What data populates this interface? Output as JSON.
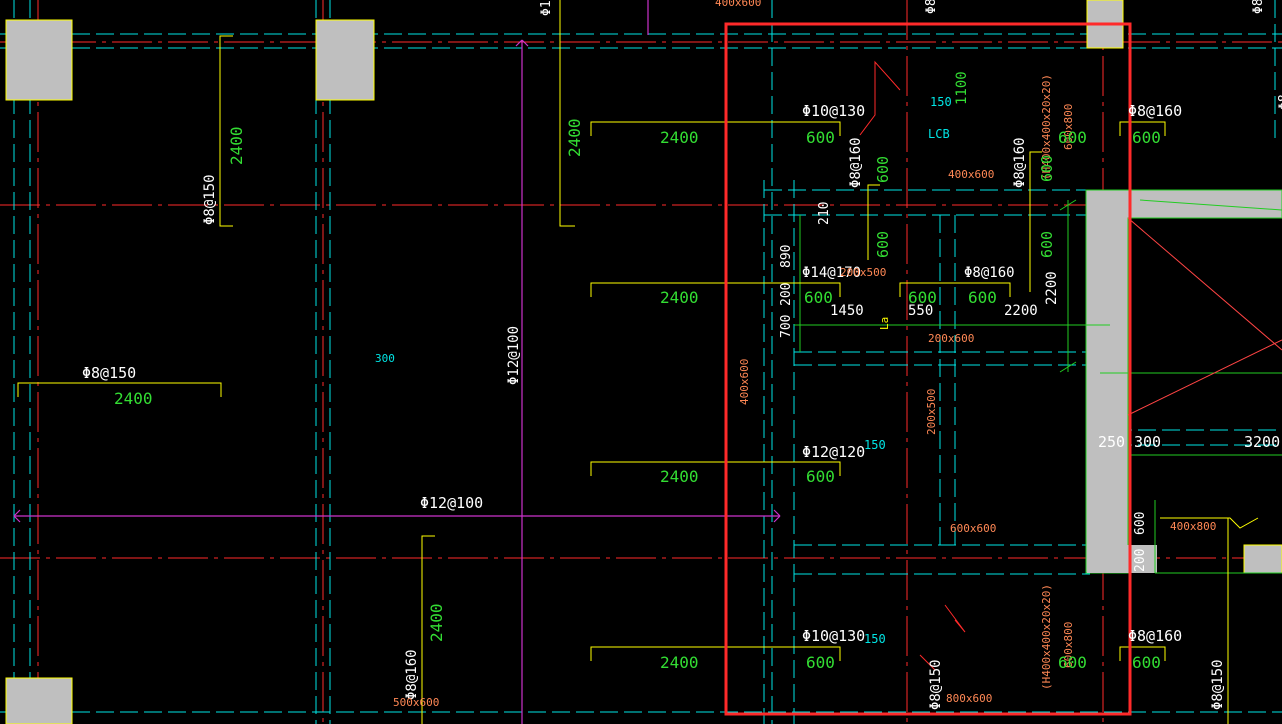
{
  "colors": {
    "background": "#000000",
    "axis": "#ff2a2a",
    "beam_edge": "#00e5e5",
    "rebar_bracket": "#ffff00",
    "rebar_text": "#ffffff",
    "length_text": "#33dd33",
    "dim_text": "#ff8855",
    "support_bar": "#cc33cc",
    "column_fill": "#bfbfbf",
    "highlight": "#ff2a2a"
  },
  "labels": {
    "top_a": "400x600",
    "top_b": "Φ8",
    "top_c": "Φ8",
    "top_d": "Φ1",
    "top_e": "Φ8",
    "left_top_bar": "Φ8@150",
    "left_top_len": "2400",
    "top_mid_len": "2400",
    "slab_a_bar": "Φ10@130",
    "slab_a_len1": "2400",
    "slab_a_len2": "600",
    "dim_150_a": "150",
    "dim_1100": "1100",
    "lcb": "LCB",
    "beam_vert_a": "(H400x400x20x20)",
    "beam_vert_a2": "600x800",
    "right_bar_top": "Φ8@160",
    "right_len_top": "600",
    "right_len_top2": "600",
    "vert_bar_b": "Φ8@160",
    "vert_len_b": "600",
    "vert_len_b2": "600",
    "beam_400x600": "400x600",
    "vert_bar_c": "Φ8@160",
    "vert_len_c": "600",
    "vert_len_c2": "600",
    "dim_210": "210",
    "dim_890": "890",
    "bar_14": "Φ14@170",
    "beam_200x500": "200x500",
    "slab_b_len1": "2400",
    "slab_b_len2": "600",
    "dim_200": "200",
    "bar_8_160": "Φ8@160",
    "len_600_c": "600",
    "len_600_d": "600",
    "dim_2200_v": "2200",
    "dim_1450": "1450",
    "dim_550": "550",
    "dim_2200_h": "2200",
    "la": "La",
    "dim_700": "700",
    "beam_200x600": "200x600",
    "left_mid_bar": "Φ8@150",
    "left_mid_len": "2400",
    "dim_300": "300",
    "bar_12_100_v": "Φ12@100",
    "beam_400x600_v": "400x600",
    "beam_200x500_v": "200x500",
    "bar_12_120": "Φ12@120",
    "slab_c_len1": "2400",
    "slab_c_len2": "600",
    "dim_150_b": "150",
    "dim_250": "250",
    "dim_300_b": "300",
    "dim_3200": "3200",
    "bar_12_100_h": "Φ12@100",
    "beam_600x600": "600x600",
    "dim_600_v": "600",
    "beam_400x800": "400x800",
    "dim_200_v": "200",
    "bottom_len": "2400",
    "bottom_bar_v": "Φ8@160",
    "bottom_beam": "500x600",
    "slab_d_bar": "Φ10@130",
    "slab_d_len1": "2400",
    "slab_d_len2": "600",
    "dim_150_c": "150",
    "beam_vert_d": "(H400x400x20x20)",
    "beam_vert_d2": "600x800",
    "right_bar_bot": "Φ8@160",
    "right_len_bot": "600",
    "right_len_bot2": "600",
    "bar_8_150_b": "Φ8@150",
    "beam_800x600": "800x600",
    "bar_8_150_c": "Φ8@150"
  }
}
